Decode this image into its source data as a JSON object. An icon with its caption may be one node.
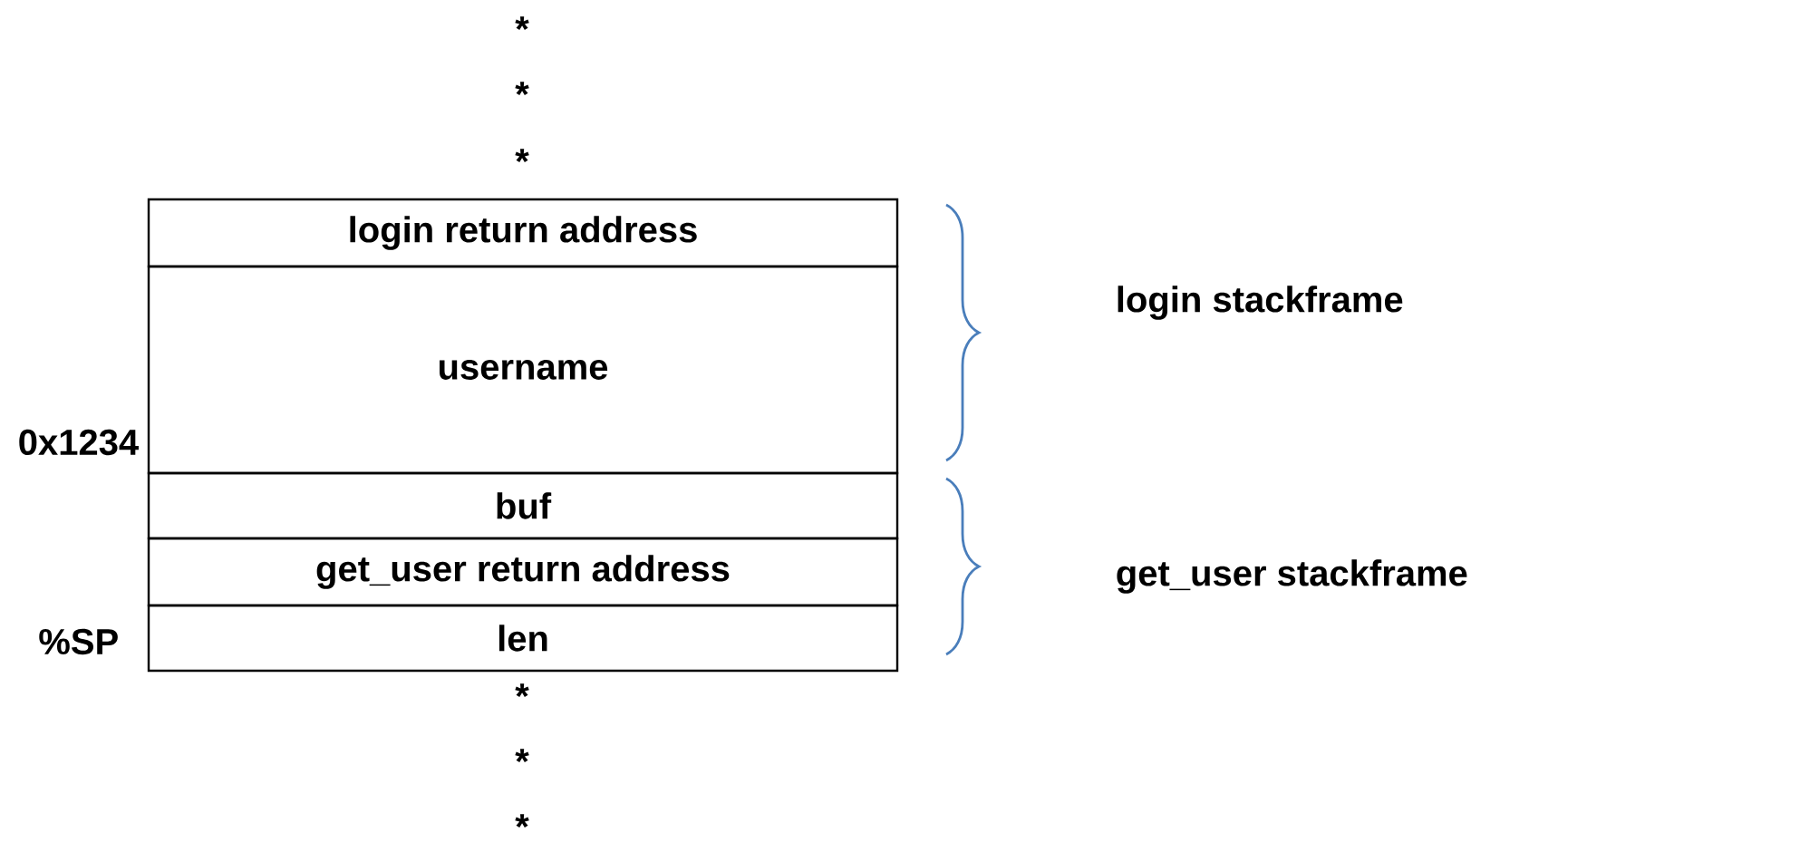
{
  "diagram": {
    "nodes": [
      {
        "text": [
          "login return address"
        ]
      },
      {
        "text": [
          "username"
        ]
      },
      {
        "text": [
          "buf"
        ]
      },
      {
        "text": [
          "get_user return address"
        ]
      },
      {
        "text": [
          "len"
        ]
      }
    ],
    "labels": [
      "*",
      "*",
      "*",
      "login stackframe",
      "0x1234",
      "get_user stackframe",
      "%SP",
      "*",
      "*",
      "*"
    ]
  }
}
